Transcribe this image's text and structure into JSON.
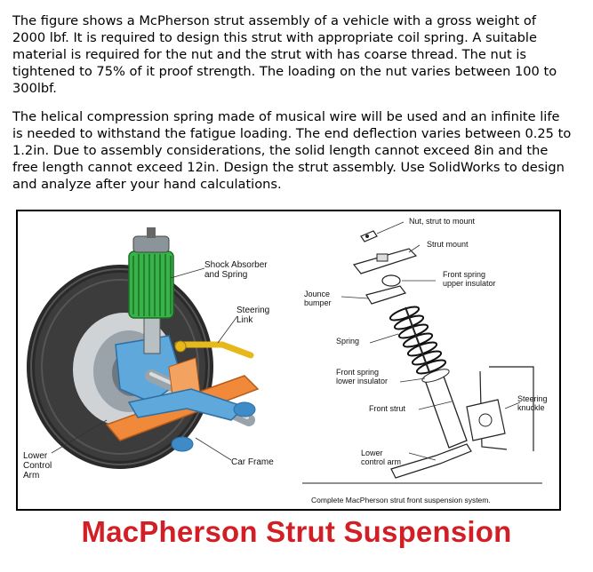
{
  "paragraphs": {
    "p1": "The figure shows a McPherson strut assembly of a vehicle with a gross weight of 2000 lbf. It is required to design this strut with appropriate coil spring. A suitable material is required for the nut and the strut with has coarse thread. The nut is tightened to 75% of it proof strength. The loading on the nut varies between 100 to 300lbf.",
    "p2": "The helical compression spring made of musical wire will be used and an infinite life is needed to withstand the fatigue loading. The end deflection varies between 0.25 to 1.2in. Due to assembly considerations, the solid length cannot exceed 8in and the free length cannot exceed 12in. Design the strut assembly. Use SolidWorks to design and analyze after your hand calculations."
  },
  "figure": {
    "left_labels": {
      "shock_absorber": "Shock Absorber\nand Spring",
      "steering_link": "Steering\nLink",
      "lower_control_arm": "Lower\nControl\nArm",
      "car_frame": "Car Frame"
    },
    "right_labels": {
      "nut_strut_mount": "Nut, strut to mount",
      "strut_mount": "Strut mount",
      "front_spring_upper": "Front spring\nupper insulator",
      "jounce_bumper": "Jounce\nbumper",
      "spring": "Spring",
      "front_spring_lower": "Front spring\nlower insulator",
      "front_strut": "Front strut",
      "steering_knuckle": "Steering\nknuckle",
      "lower_control_arm": "Lower\ncontrol arm"
    },
    "caption": "Complete MacPherson strut front suspension system."
  },
  "title": "MacPherson Strut Suspension"
}
